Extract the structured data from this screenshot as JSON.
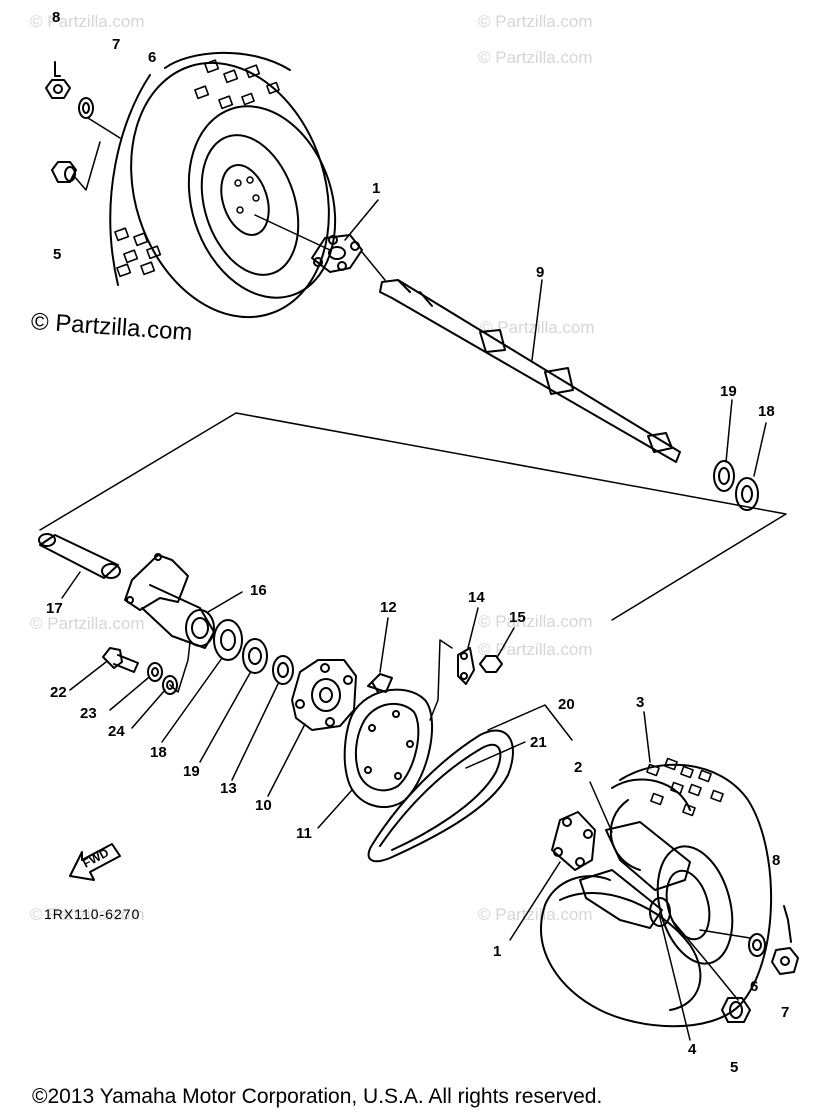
{
  "watermark": {
    "text": "© Partzilla.com",
    "prominent_text": "© Partzilla.com"
  },
  "diagram_code": "1RX110-6270",
  "fwd_label": "FWD",
  "copyright": "©2013 Yamaha Motor Corporation, U.S.A. All rights reserved.",
  "callouts": {
    "c8_top": "8",
    "c7_top": "7",
    "c6_top": "6",
    "c5_top": "5",
    "c1_top": "1",
    "c9": "9",
    "c19_top": "19",
    "c18_top": "18",
    "c17": "17",
    "c16": "16",
    "c12": "12",
    "c14": "14",
    "c15": "15",
    "c20": "20",
    "c21": "21",
    "c22": "22",
    "c23": "23",
    "c24": "24",
    "c18_mid": "18",
    "c19_mid": "19",
    "c13": "13",
    "c10": "10",
    "c11": "11",
    "c3": "3",
    "c2": "2",
    "c1_bot": "1",
    "c8_bot": "8",
    "c6_bot": "6",
    "c7_bot": "7",
    "c4": "4",
    "c5_bot": "5"
  },
  "colors": {
    "line": "#000000",
    "watermark": "#d6d6d6",
    "background": "#ffffff"
  }
}
